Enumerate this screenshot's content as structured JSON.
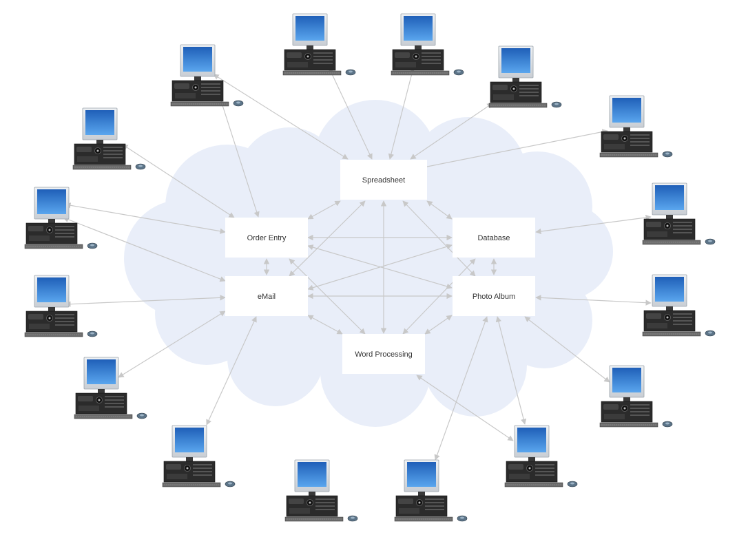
{
  "colors": {
    "cloud": "#e9eef9",
    "box": "#ffffff",
    "edge": "#c8c8c8",
    "label": "#333333",
    "screen": "#2f7fd8",
    "monitor_frame": "#d9dde2",
    "tower": "#2b2b2b"
  },
  "nodes": [
    {
      "id": "spreadsheet",
      "label": "Spreadsheet"
    },
    {
      "id": "order_entry",
      "label": "Order Entry"
    },
    {
      "id": "database",
      "label": "Database"
    },
    {
      "id": "email",
      "label": "eMail"
    },
    {
      "id": "photo_album",
      "label": "Photo Album"
    },
    {
      "id": "word_processing",
      "label": "Word Processing"
    }
  ],
  "computer_icon": "desktop-computer-icon"
}
